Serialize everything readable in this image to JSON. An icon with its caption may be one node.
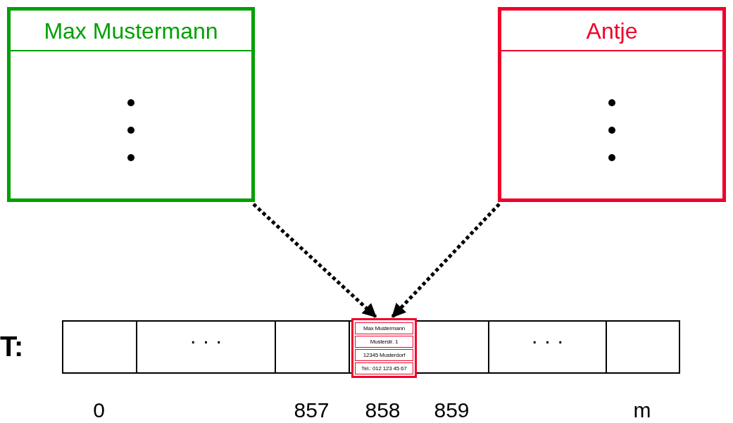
{
  "diagram": {
    "nodes": [
      {
        "text": [
          "Max Mustermann"
        ]
      },
      {
        "text": [
          "Antje"
        ]
      },
      {
        "text": [],
        "shape": "box",
        "beside": [
          "T:"
        ]
      },
      {
        "text": [],
        "shape": "box",
        "in": 2,
        "beside": [
          "0"
        ]
      },
      {
        "text": [
          "· · ·"
        ],
        "in": 2
      },
      {
        "text": [],
        "shape": "box",
        "in": 2,
        "beside": [
          "857"
        ]
      },
      {
        "text": [
          "Max Mustermann",
          "Musterstr. 1",
          "12345 Musterdorf",
          "Tel.: 012 123 45 67"
        ],
        "in": 2,
        "beside": [
          "858"
        ]
      },
      {
        "text": [],
        "shape": "box",
        "in": 2,
        "beside": [
          "859"
        ]
      },
      {
        "text": [
          "· · ·"
        ],
        "in": 2
      },
      {
        "text": [],
        "shape": "box",
        "in": 2,
        "beside": [
          "m"
        ]
      }
    ],
    "edges": [
      {
        "from": 0,
        "to": 6,
        "arrow": "to",
        "style": "dashed"
      },
      {
        "from": 1,
        "to": 6,
        "arrow": "to",
        "style": "dashed"
      }
    ]
  }
}
